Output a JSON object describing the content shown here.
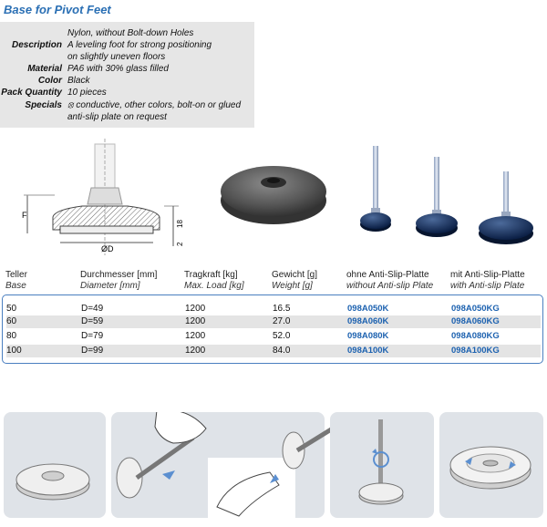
{
  "title": "Base for Pivot Feet",
  "specs": [
    {
      "label": "",
      "lines": [
        "Nylon, without Bolt-down Holes"
      ]
    },
    {
      "label": "Description",
      "lines": [
        "A leveling foot for strong positioning",
        "on slightly uneven floors"
      ]
    },
    {
      "label": "Material",
      "lines": [
        "PA6 with 30% glass filled"
      ]
    },
    {
      "label": "Color",
      "lines": [
        "Black"
      ]
    },
    {
      "label": "Pack Quantity",
      "lines": [
        "10 pieces"
      ]
    },
    {
      "label": "Specials",
      "lines": [
        "⦻ conductive, other colors, bolt-on or glued",
        "anti-slip plate on request"
      ]
    }
  ],
  "drawing": {
    "label_f": "F",
    "label_d": "ØD",
    "dim_18": "18",
    "dim_2": "2"
  },
  "table": {
    "headers": [
      {
        "de": "Teller",
        "en": "Base"
      },
      {
        "de": "Durchmesser [mm]",
        "en": "Diameter [mm]"
      },
      {
        "de": "Tragkraft [kg]",
        "en": "Max. Load [kg]"
      },
      {
        "de": "Gewicht [g]",
        "en": "Weight [g]"
      },
      {
        "de": "ohne Anti-Slip-Platte",
        "en": "without Anti-slip Plate"
      },
      {
        "de": "mit Anti-Slip-Platte",
        "en": "with Anti-slip Plate"
      }
    ],
    "rows": [
      [
        "50",
        "D=49",
        "1200",
        "16.5",
        "098A050K",
        "098A050KG"
      ],
      [
        "60",
        "D=59",
        "1200",
        "27.0",
        "098A060K",
        "098A060KG"
      ],
      [
        "80",
        "D=79",
        "1200",
        "52.0",
        "098A080K",
        "098A080KG"
      ],
      [
        "100",
        "D=99",
        "1200",
        "84.0",
        "098A100K",
        "098A100KG"
      ]
    ]
  },
  "colors": {
    "title": "#2a6fb4",
    "code": "#1d62b0",
    "panel": "#dfe3e8",
    "border": "#4a7fc0"
  }
}
